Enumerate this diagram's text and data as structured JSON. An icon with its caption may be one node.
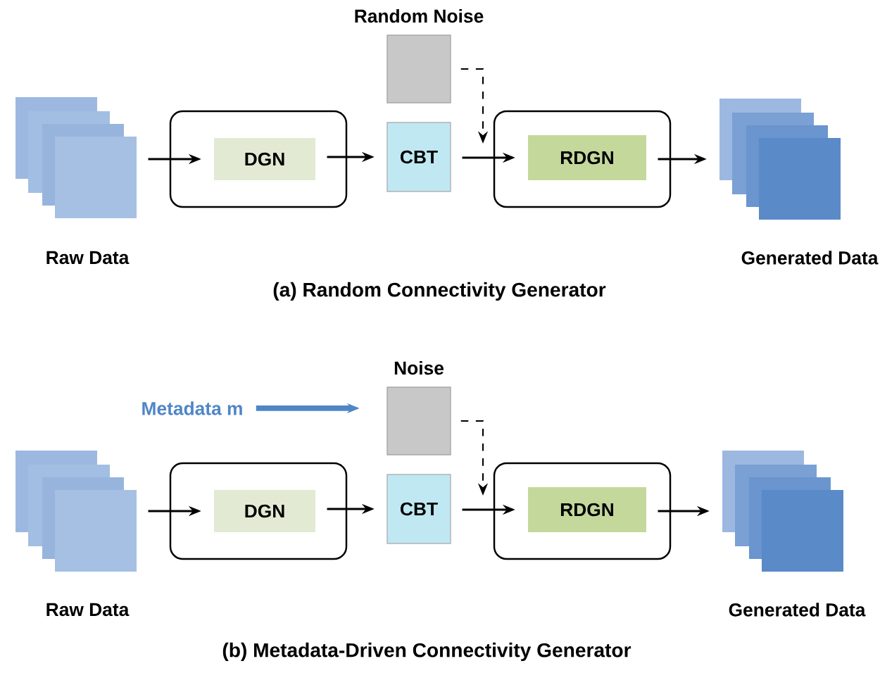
{
  "diagram": {
    "nodes": [
      {
        "text": [],
        "shape": "picture",
        "beside": [
          "Raw Data"
        ]
      },
      {
        "text": [],
        "shape": "box"
      },
      {
        "text": [
          "DGN"
        ],
        "in": 1
      },
      {
        "text": [
          "CBT"
        ]
      },
      {
        "text": [
          "Random Noise"
        ]
      },
      {
        "text": [],
        "shape": "box"
      },
      {
        "text": [
          "RDGN"
        ],
        "in": 5
      },
      {
        "text": [],
        "shape": "picture",
        "beside": [
          "Generated Data"
        ]
      },
      {
        "text": [
          "Metadata m"
        ]
      },
      {
        "text": [],
        "shape": "picture",
        "beside": [
          "Raw Data"
        ]
      },
      {
        "text": [],
        "shape": "box"
      },
      {
        "text": [
          "DGN"
        ],
        "in": 10
      },
      {
        "text": [
          "CBT"
        ]
      },
      {
        "text": [
          "Noise"
        ]
      },
      {
        "text": [],
        "shape": "box"
      },
      {
        "text": [
          "RDGN"
        ],
        "in": 14
      },
      {
        "text": [],
        "shape": "picture",
        "beside": [
          "Generated Data"
        ]
      }
    ],
    "edges": [
      {
        "from": 0,
        "to": 2,
        "arrow": "to"
      },
      {
        "from": 2,
        "to": 3,
        "arrow": "to"
      },
      {
        "from": 3,
        "to": 6,
        "arrow": "to"
      },
      {
        "from": 4,
        "to": 5,
        "arrow": "to",
        "style": "dashed"
      },
      {
        "from": 6,
        "to": 7,
        "arrow": "to"
      },
      {
        "from": 8,
        "to": 13,
        "arrow": "to",
        "style": "thick",
        "color": "#4f86c6"
      },
      {
        "from": 9,
        "to": 11,
        "arrow": "to"
      },
      {
        "from": 11,
        "to": 12,
        "arrow": "to"
      },
      {
        "from": 12,
        "to": 15,
        "arrow": "to"
      },
      {
        "from": 13,
        "to": 14,
        "arrow": "to",
        "style": "dashed"
      },
      {
        "from": 15,
        "to": 16,
        "arrow": "to"
      }
    ],
    "labels": [
      "(a) Random Connectivity Generator",
      "(b) Metadata-Driven Connectivity Generator"
    ]
  }
}
